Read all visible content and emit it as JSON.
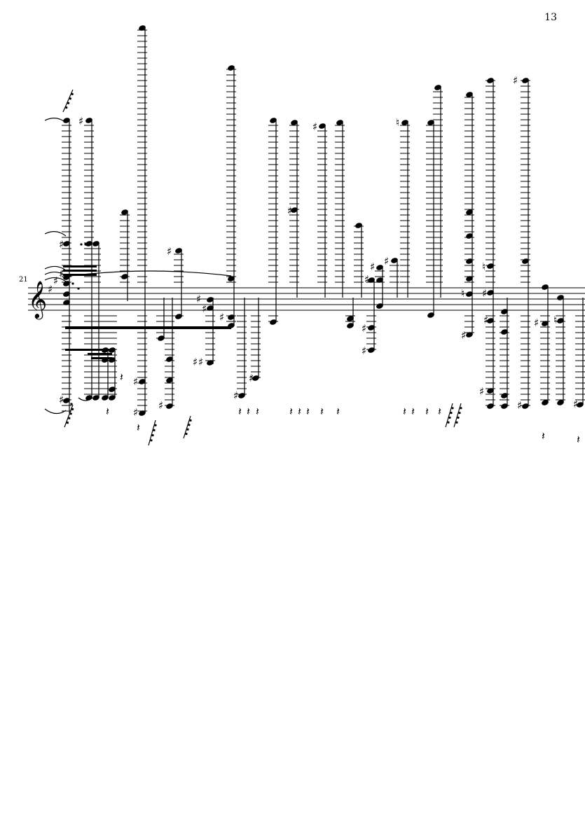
{
  "page": {
    "number": "13"
  },
  "system": {
    "measure_number": "21",
    "clef": "treble",
    "key_signature": "three sharps"
  },
  "music": {
    "colors": {
      "ink": "#000000",
      "paper": "#ffffff"
    },
    "accidentals": {
      "sharp": "♯",
      "natural": "♮"
    }
  }
}
